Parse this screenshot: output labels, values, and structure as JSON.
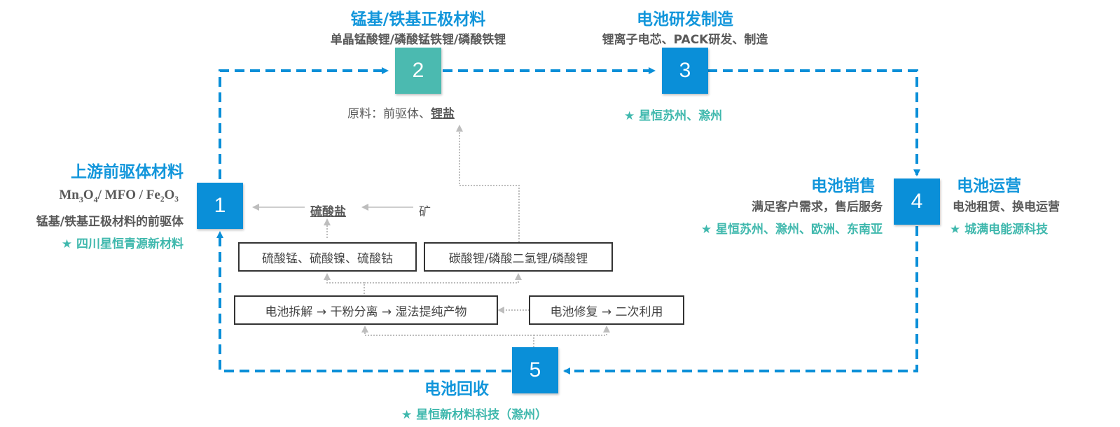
{
  "colors": {
    "flow_blue": "#0a8fd8",
    "teal": "#4bbab0",
    "title_blue": "#1296db",
    "star_green": "#3fb8ad",
    "grey_arrow": "#bdbdbd"
  },
  "nodes": {
    "n1": {
      "number": "1",
      "title": "上游前驱体材料",
      "formula": {
        "mn": "Mn",
        "mn_sub": "3",
        "o": "O",
        "o_sub": "4",
        "rest": "/ MFO / Fe₂O₃"
      },
      "desc": "锰基/铁基正极材料的前驱体",
      "company": "★ 四川星恒青源新材料"
    },
    "n2": {
      "number": "2",
      "title": "锰基/铁基正极材料",
      "desc": "单晶锰酸锂/磷酸锰铁锂/磷酸铁锂",
      "raw_prefix": "原料：前驱体、",
      "raw_link": "锂盐"
    },
    "n3": {
      "number": "3",
      "title": "电池研发制造",
      "desc": "锂离子电芯、PACK研发、制造",
      "company": "★ 星恒苏州、滁州"
    },
    "n4": {
      "number": "4",
      "sales": {
        "title": "电池销售",
        "desc": "满足客户需求，售后服务",
        "company": "★ 星恒苏州、滁州、欧洲、东南亚"
      },
      "ops": {
        "title": "电池运营",
        "desc": "电池租赁、换电运营",
        "company": "★ 城满电能源科技"
      }
    },
    "n5": {
      "number": "5",
      "title": "电池回收",
      "company": "★ 星恒新材料科技（滁州）"
    }
  },
  "recycling": {
    "sulfate": "硫酸盐",
    "ore": "矿",
    "box_sulfates": "硫酸锰、硫酸镍、硫酸钴",
    "box_lithium": "碳酸锂/磷酸二氢锂/磷酸锂",
    "box_dismantle": "电池拆解 → 干粉分离 → 湿法提纯产物",
    "box_repair": "电池修复 → 二次利用"
  }
}
